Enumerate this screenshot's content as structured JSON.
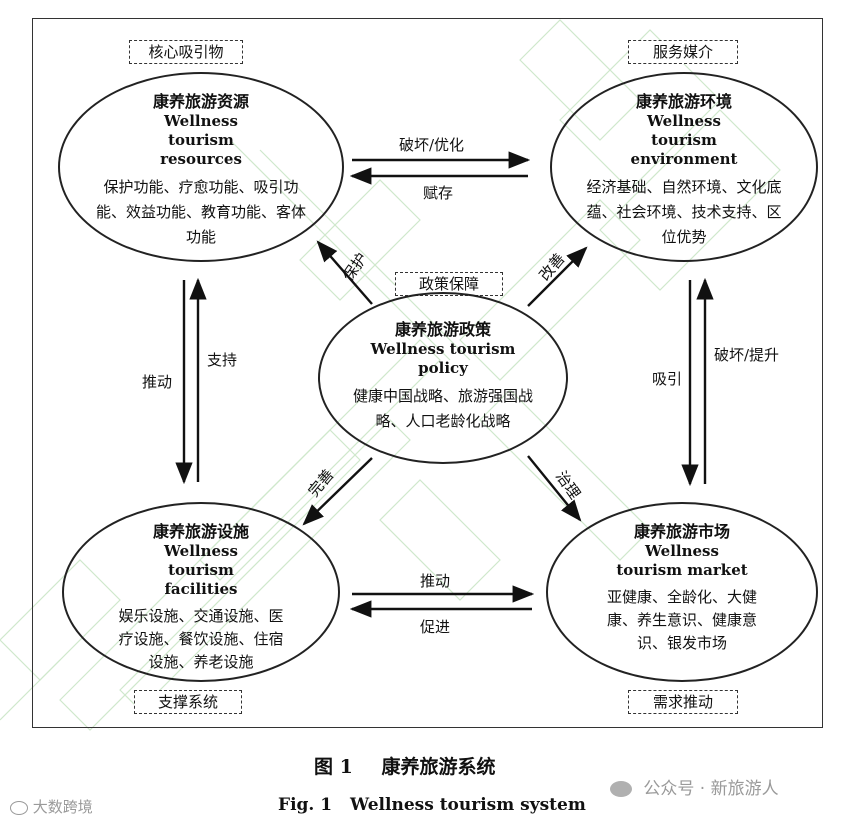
{
  "nodes": {
    "resources": {
      "title_zh": "康养旅游资源",
      "title_en": "Wellness tourism resources",
      "functions": "保护功能、疗愈功能、吸引功能、效益功能、教育功能、客体功能",
      "tag": "核心吸引物"
    },
    "environment": {
      "title_zh": "康养旅游环境",
      "title_en": "Wellness tourism environment",
      "functions": "经济基础、自然环境、文化底蕴、社会环境、技术支持、区位优势",
      "tag": "服务媒介"
    },
    "policy": {
      "title_zh": "康养旅游政策",
      "title_en": "Wellness tourism policy",
      "functions": "健康中国战略、旅游强国战略、人口老龄化战略",
      "tag": "政策保障"
    },
    "facilities": {
      "title_zh": "康养旅游设施",
      "title_en": "Wellness tourism facilities",
      "functions": "娱乐设施、交通设施、医疗设施、餐饮设施、住宿设施、养老设施",
      "tag": "支撑系统"
    },
    "market": {
      "title_zh": "康养旅游市场",
      "title_en": "Wellness tourism market",
      "functions": "亚健康、全龄化、大健康、养生意识、健康意识、银发市场",
      "tag": "需求推动"
    }
  },
  "edges": {
    "resources_to_environment": "破坏/优化",
    "environment_to_resources": "赋存",
    "resources_facilities_left": "推动",
    "resources_facilities_right": "支持",
    "environment_market_left": "吸引",
    "environment_market_right": "破坏/提升",
    "facilities_to_market": "推动",
    "market_to_facilities": "促进",
    "policy_to_resources": "保护",
    "policy_to_environment": "改善",
    "policy_to_facilities": "完善",
    "policy_to_market": "治理"
  },
  "caption": {
    "zh_label": "图 1",
    "zh_title": "康养旅游系统",
    "en_label": "Fig. 1",
    "en_title": "Wellness tourism system"
  },
  "watermarks": {
    "left": "大数跨境",
    "right": "公众号 · 新旅游人"
  }
}
